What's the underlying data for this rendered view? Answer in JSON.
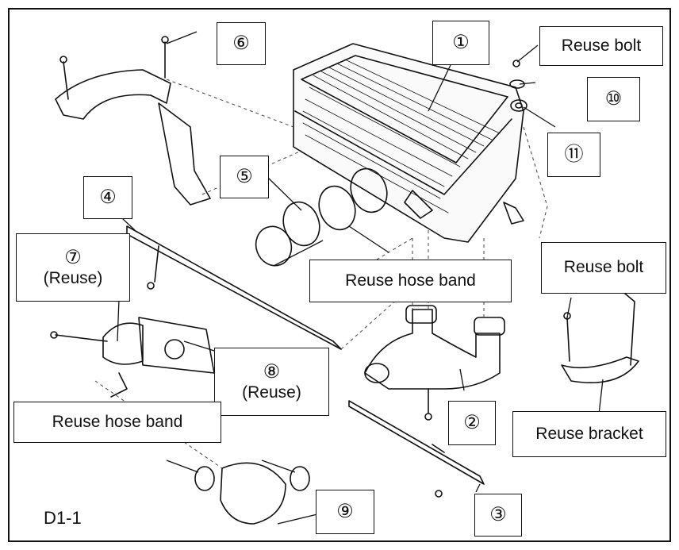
{
  "diagram": {
    "id_label": "D1-1",
    "callouts": {
      "c1": "①",
      "c2": "②",
      "c3": "③",
      "c4": "④",
      "c5": "⑤",
      "c6": "⑥",
      "c7_num": "⑦",
      "c7_note": "(Reuse)",
      "c8_num": "⑧",
      "c8_note": "(Reuse)",
      "c9": "⑨",
      "c10": "⑩",
      "c11": "⑪",
      "reuse_bolt_top": "Reuse bolt",
      "reuse_bolt_right": "Reuse bolt",
      "reuse_hose_band_mid": "Reuse hose band",
      "reuse_hose_band_low": "Reuse hose band",
      "reuse_bracket": "Reuse bracket"
    }
  },
  "colors": {
    "line": "#111111",
    "dash": "#444444",
    "fill": "#ffffff"
  }
}
